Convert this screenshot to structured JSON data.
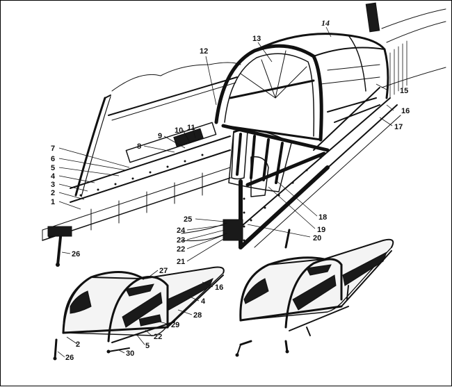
{
  "figure": {
    "callouts": [
      {
        "id": "1",
        "text": "1"
      },
      {
        "id": "2",
        "text": "2"
      },
      {
        "id": "3",
        "text": "3"
      },
      {
        "id": "4",
        "text": "4"
      },
      {
        "id": "5",
        "text": "5"
      },
      {
        "id": "6",
        "text": "6"
      },
      {
        "id": "7",
        "text": "7"
      },
      {
        "id": "8",
        "text": "8"
      },
      {
        "id": "9",
        "text": "9"
      },
      {
        "id": "10",
        "text": "10"
      },
      {
        "id": "11",
        "text": "11"
      },
      {
        "id": "12",
        "text": "12"
      },
      {
        "id": "13",
        "text": "13"
      },
      {
        "id": "14",
        "text": "14"
      },
      {
        "id": "15",
        "text": "15"
      },
      {
        "id": "16",
        "text": "16"
      },
      {
        "id": "17",
        "text": "17"
      },
      {
        "id": "18",
        "text": "18"
      },
      {
        "id": "19",
        "text": "19"
      },
      {
        "id": "20",
        "text": "20"
      },
      {
        "id": "21",
        "text": "21"
      },
      {
        "id": "22",
        "text": "22"
      },
      {
        "id": "23",
        "text": "23"
      },
      {
        "id": "24",
        "text": "24"
      },
      {
        "id": "25",
        "text": "25"
      },
      {
        "id": "26",
        "text": "26"
      }
    ],
    "detail_callouts": [
      {
        "id": "d27",
        "text": "27"
      },
      {
        "id": "d16",
        "text": "16"
      },
      {
        "id": "d4",
        "text": "4"
      },
      {
        "id": "d28",
        "text": "28"
      },
      {
        "id": "d29",
        "text": "29"
      },
      {
        "id": "d22",
        "text": "22"
      },
      {
        "id": "d2",
        "text": "2"
      },
      {
        "id": "d5",
        "text": "5"
      },
      {
        "id": "d30",
        "text": "30"
      },
      {
        "id": "d26",
        "text": "26"
      }
    ]
  }
}
